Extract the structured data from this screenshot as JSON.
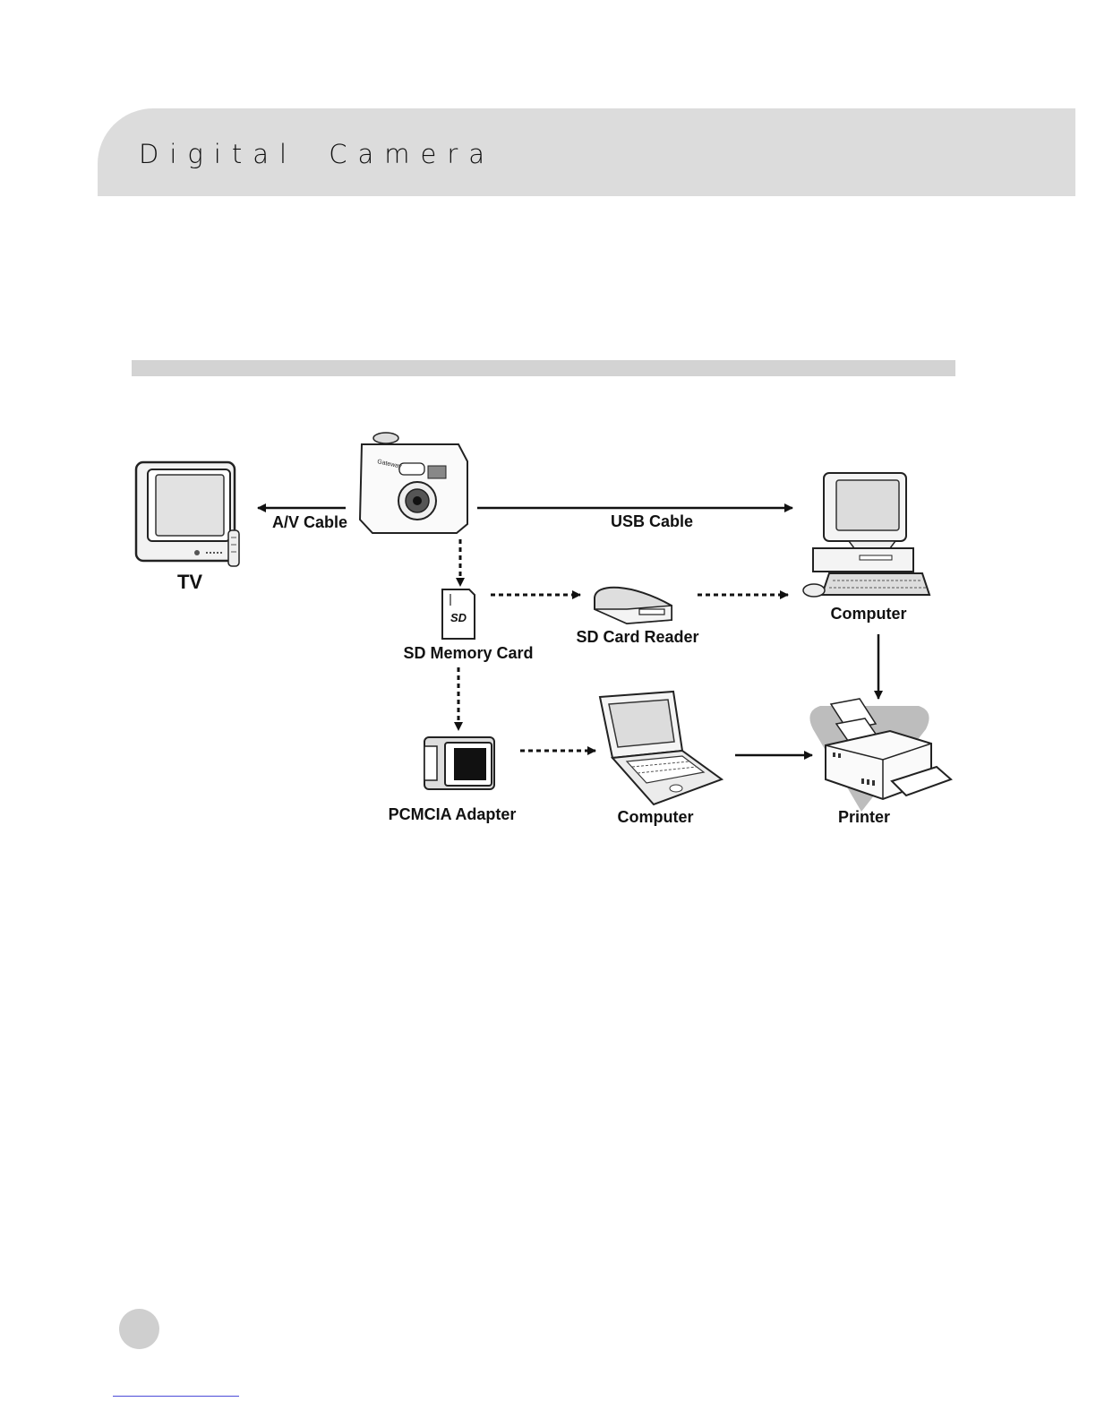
{
  "header": {
    "title": "Digital Camera"
  },
  "diagram": {
    "labels": {
      "av_cable": "A/V Cable",
      "usb_cable": "USB Cable",
      "tv": "TV",
      "computer_desktop": "Computer",
      "sd_memory_card": "SD Memory Card",
      "sd_card_reader": "SD Card Reader",
      "pcmcia_adapter": "PCMCIA Adapter",
      "computer_laptop": "Computer",
      "printer": "Printer"
    },
    "camera_branding": {
      "brand": "Gateway"
    }
  },
  "colors": {
    "header_band": "#dcdcdc",
    "section_bar": "#d3d3d3",
    "page_marker": "#cfcfcf",
    "footer_line": "#4b4bd8"
  }
}
